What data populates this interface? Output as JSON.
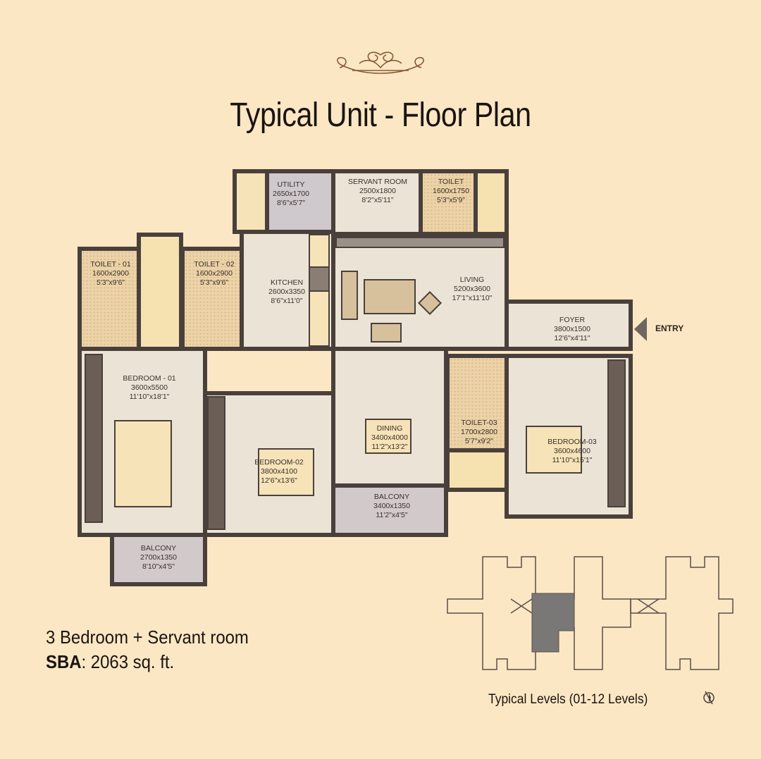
{
  "title": "Typical Unit - Floor Plan",
  "rooms": {
    "utility": {
      "name": "UTILITY",
      "metric": "2650x1700",
      "imperial": "8'6\"x5'7\""
    },
    "servant": {
      "name": "SERVANT ROOM",
      "metric": "2500x1800",
      "imperial": "8'2\"x5'11\""
    },
    "toilet_servant": {
      "name": "TOILET",
      "metric": "1600x1750",
      "imperial": "5'3\"x5'9\""
    },
    "kitchen": {
      "name": "KITCHEN",
      "metric": "2600x3350",
      "imperial": "8'6\"x11'0\""
    },
    "living": {
      "name": "LIVING",
      "metric": "5200x3600",
      "imperial": "17'1\"x11'10\""
    },
    "foyer": {
      "name": "FOYER",
      "metric": "3800x1500",
      "imperial": "12'6\"x4'11\""
    },
    "toilet_01": {
      "name": "TOILET - 01",
      "metric": "1600x2900",
      "imperial": "5'3\"x9'6\""
    },
    "toilet_02": {
      "name": "TOILET - 02",
      "metric": "1600x2900",
      "imperial": "5'3\"x9'6\""
    },
    "bedroom_01": {
      "name": "BEDROOM - 01",
      "metric": "3600x5500",
      "imperial": "11'10\"x18'1\""
    },
    "bedroom_02": {
      "name": "BEDROOM-02",
      "metric": "3800x4100",
      "imperial": "12'6\"x13'6\""
    },
    "dining": {
      "name": "DINING",
      "metric": "3400x4000",
      "imperial": "11'2\"x13'2\""
    },
    "toilet_03": {
      "name": "TOILET-03",
      "metric": "1700x2800",
      "imperial": "5'7\"x9'2\""
    },
    "bedroom_03": {
      "name": "BEDROOM-03",
      "metric": "3600x4600",
      "imperial": "11'10\"x15'1\""
    },
    "balcony_mid": {
      "name": "BALCONY",
      "metric": "3400x1350",
      "imperial": "11'2\"x4'5\""
    },
    "balcony_left": {
      "name": "BALCONY",
      "metric": "2700x1350",
      "imperial": "8'10\"x4'5\""
    }
  },
  "entry_label": "ENTRY",
  "unit_type": "3 Bedroom + Servant room",
  "sba": {
    "label": "SBA",
    "value": ": 2063 sq. ft."
  },
  "keyplan_caption": "Typical Levels (01-12 Levels)",
  "colors": {
    "background": "#fbe7c4",
    "wall": "#4a403b",
    "floor": "#ebe4d6",
    "highlight_unit": "#7a7876"
  }
}
